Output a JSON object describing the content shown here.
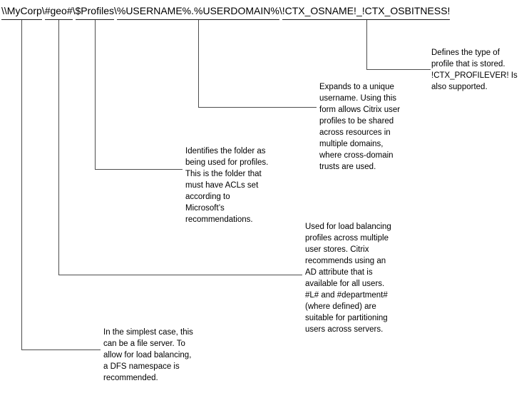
{
  "path": {
    "segments": [
      {
        "text": "\\\\MyCorp"
      },
      {
        "text": "\\"
      },
      {
        "text": "#geo#"
      },
      {
        "text": "\\"
      },
      {
        "text": "$Profiles"
      },
      {
        "text": "\\"
      },
      {
        "text": "%USERNAME%.%USERDOMAIN%"
      },
      {
        "text": "\\"
      },
      {
        "text": "!CTX_OSNAME!_!CTX_OSBITNESS!"
      }
    ]
  },
  "annotations": {
    "server": {
      "text": "In the simplest case, this can be a file server. To allow for load balancing, a DFS namespace is recommended."
    },
    "geo": {
      "text": "Used for load balancing profiles across multiple user stores. Citrix recommends using an AD attribute that is available for all users. #L# and #department# (where defined) are suitable for partitioning users across servers."
    },
    "profiles": {
      "text": "Identifies the folder as being used for profiles. This is the folder that must have ACLs set according to Microsoft’s recommendations."
    },
    "username": {
      "text": "Expands to a unique username. Using this form allows Citrix user profiles to be shared across resources in multiple domains, where cross-domain trusts are used."
    },
    "ostype": {
      "text": "Defines the type of profile that is stored. !CTX_PROFILEVER! Is also supported."
    }
  },
  "colors": {
    "background": "#ffffff",
    "text": "#000000",
    "connector_line": "#4d4d4d",
    "underline": "#1a1a1a"
  }
}
